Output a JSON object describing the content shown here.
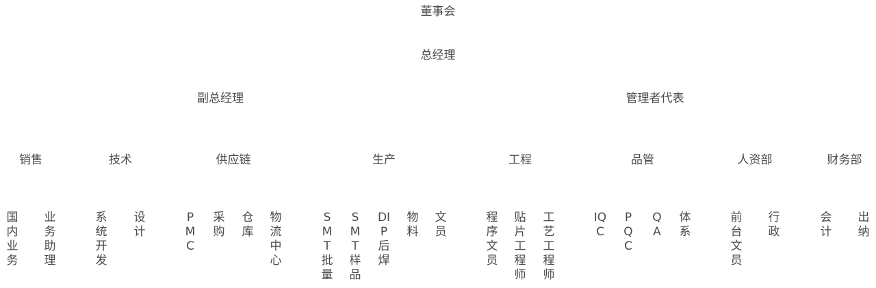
{
  "root": {
    "label": "董事会"
  },
  "general_manager": {
    "label": "总经理"
  },
  "deputies": [
    {
      "label": "副总经理"
    },
    {
      "label": "管理者代表"
    }
  ],
  "departments": [
    {
      "label": "销售",
      "roles": [
        "国内业务",
        "业务助理"
      ]
    },
    {
      "label": "技术",
      "roles": [
        "系统开发",
        "设计"
      ]
    },
    {
      "label": "供应链",
      "roles": [
        "PMC",
        "采购",
        "仓库",
        "物流中心"
      ]
    },
    {
      "label": "生产",
      "roles": [
        "SMT批量",
        "SMT样品",
        "DIP后焊",
        "物料",
        "文员"
      ]
    },
    {
      "label": "工程",
      "roles": [
        "程序文员",
        "贴片工程师",
        "工艺工程师"
      ]
    },
    {
      "label": "品管",
      "roles": [
        "IQC",
        "PQC",
        "QA",
        "体系"
      ]
    },
    {
      "label": "人资部",
      "roles": [
        "前台文员",
        "行政"
      ]
    },
    {
      "label": "财务部",
      "roles": [
        "会计",
        "出纳"
      ]
    }
  ]
}
